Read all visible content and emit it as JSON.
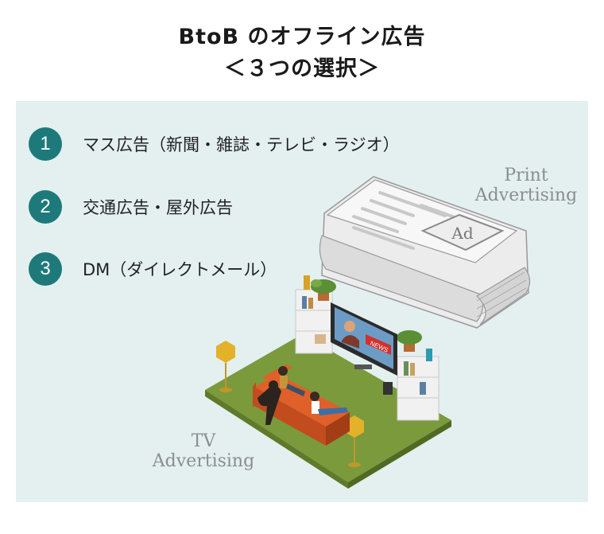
{
  "header": {
    "title_line1": "BtoB のオフライン広告",
    "title_line2": "＜３つの選択＞"
  },
  "items": [
    {
      "number": "1",
      "label": "マス広告（新聞・雑誌・テレビ・ラジオ）"
    },
    {
      "number": "2",
      "label": "交通広告・屋外広告"
    },
    {
      "number": "3",
      "label": "DM（ダイレクトメール）"
    }
  ],
  "illustrations": {
    "newspaper": {
      "ad_text": "Ad",
      "caption_line1": "Print",
      "caption_line2": "Advertising"
    },
    "tv": {
      "screen_text": "NEWS",
      "caption_line1": "TV",
      "caption_line2": "Advertising"
    }
  },
  "colors": {
    "panel_bg": "#e3f0ef",
    "badge": "#1e7a7a",
    "caption": "#8a8e8e",
    "carpet": "#7a9a3c",
    "sofa": "#e0602a"
  }
}
